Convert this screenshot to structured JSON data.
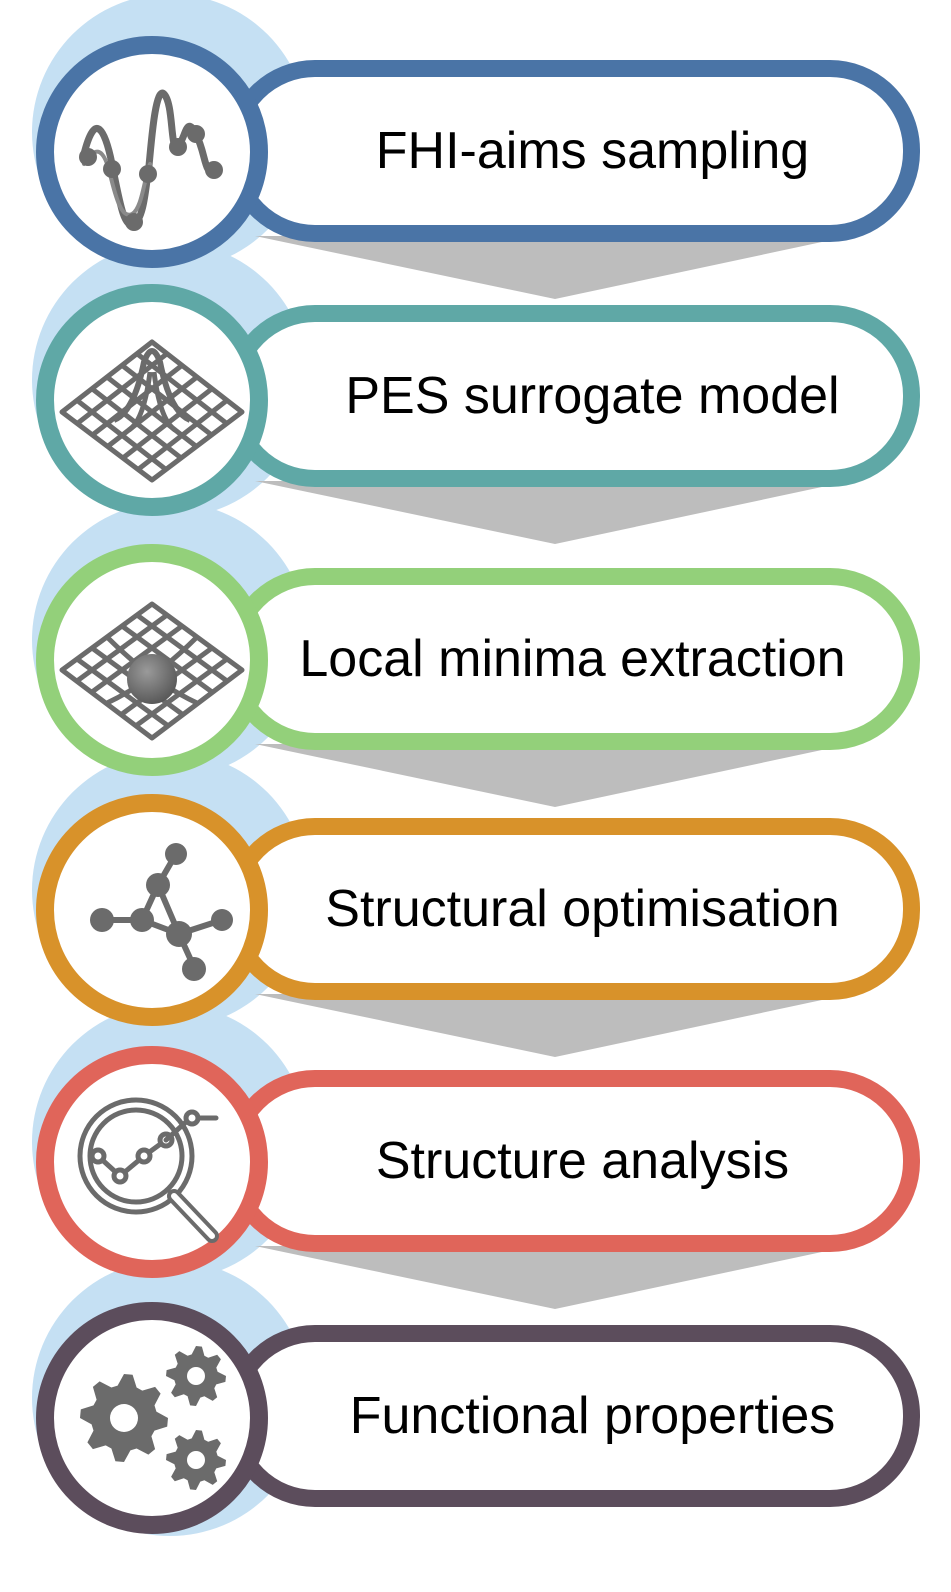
{
  "colors": {
    "background": "#ffffff",
    "connector": "#bdbdbd",
    "halo": "#c5e0f3",
    "icon": "#6b6b6b"
  },
  "steps": [
    {
      "label": "FHI-aims sampling",
      "color": "#4a74a6",
      "icon": "wave-sampling-icon"
    },
    {
      "label": "PES surrogate model",
      "color": "#5fa8a6",
      "icon": "peaked-surface-icon"
    },
    {
      "label": "Local minima extraction",
      "color": "#93d07a",
      "icon": "surface-minimum-icon"
    },
    {
      "label": "Structural optimisation",
      "color": "#d8922a",
      "icon": "molecule-icon"
    },
    {
      "label": "Structure analysis",
      "color": "#e0655a",
      "icon": "magnifier-chart-icon"
    },
    {
      "label": "Functional properties",
      "color": "#5c4d5c",
      "icon": "gears-icon"
    }
  ]
}
